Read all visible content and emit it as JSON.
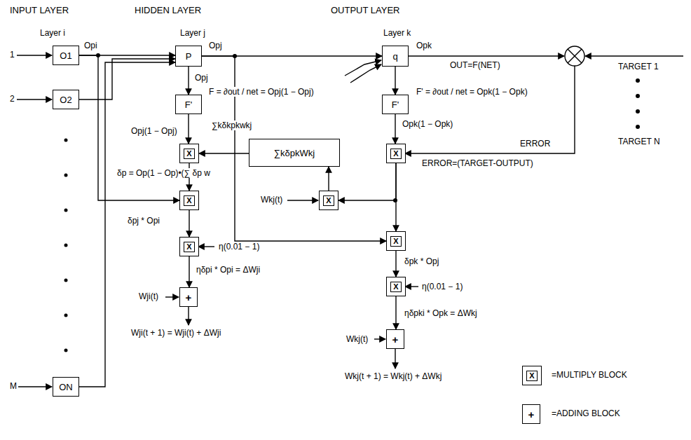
{
  "diagram": {
    "nodes": [
      {
        "text": [
          "O1"
        ]
      },
      {
        "text": [
          "O2"
        ]
      },
      {
        "text": [
          "ON"
        ]
      },
      {
        "text": [
          "P"
        ]
      },
      {
        "text": [
          "F'"
        ]
      },
      {
        "text": [
          "X"
        ]
      },
      {
        "text": [
          "∑kδpkWkj"
        ]
      },
      {
        "text": [
          "X"
        ]
      },
      {
        "text": [
          "X"
        ]
      },
      {
        "text": [
          "+"
        ]
      },
      {
        "text": [
          "q"
        ]
      },
      {
        "text": [
          "F'"
        ]
      },
      {
        "text": [
          "X"
        ]
      },
      {
        "text": [
          "X"
        ]
      },
      {
        "text": [
          "X"
        ]
      },
      {
        "text": [
          "X"
        ]
      },
      {
        "text": [
          "+"
        ]
      },
      {
        "text": [
          "X"
        ]
      },
      {
        "text": [
          "+"
        ]
      }
    ],
    "edges": [
      {
        "from": 0,
        "to": 3,
        "arrow": "to"
      },
      {
        "from": 1,
        "to": 3,
        "arrow": "to"
      },
      {
        "from": 2,
        "to": 3,
        "arrow": "to"
      },
      {
        "from": 3,
        "to": 10,
        "arrow": "to"
      },
      {
        "from": 3,
        "to": 4,
        "arrow": "to"
      },
      {
        "from": 4,
        "to": 5,
        "arrow": "to"
      },
      {
        "from": 6,
        "to": 5,
        "arrow": "to"
      },
      {
        "from": 5,
        "to": 7,
        "arrow": "to"
      },
      {
        "from": 0,
        "to": 7,
        "arrow": "to"
      },
      {
        "from": 7,
        "to": 8,
        "arrow": "to"
      },
      {
        "from": 8,
        "to": 9,
        "arrow": "to"
      },
      {
        "from": 10,
        "to": 11,
        "arrow": "to"
      },
      {
        "from": 11,
        "to": 12,
        "arrow": "to"
      },
      {
        "from": 12,
        "to": 13,
        "arrow": "to"
      },
      {
        "from": 12,
        "to": 14,
        "arrow": "to"
      },
      {
        "from": 13,
        "to": 6,
        "arrow": "to"
      },
      {
        "from": 3,
        "to": 14,
        "arrow": "to"
      },
      {
        "from": 14,
        "to": 15,
        "arrow": "to"
      },
      {
        "from": 15,
        "to": 16,
        "arrow": "to"
      }
    ],
    "labels": [
      "INPUT LAYER",
      "HIDDEN LAYER",
      "OUTPUT LAYER",
      "Layer i",
      "Layer j",
      "Layer k",
      "1",
      "2",
      "M",
      "Opi",
      "Opj",
      "Opj",
      "F = ∂out / net = Opj(1 − Opj)",
      "Opj(1 − Opj)",
      "∑kδkpkwkj",
      "δp = Op(1 − Op)•(∑ δp w",
      "δpj * Opi",
      "η(0.01 − 1)",
      "ηδpi * Opi = ΔWji",
      "Wji(t)",
      "Wji(t + 1) = Wji(t) + ΔWji",
      "Opk",
      "OUT=F(NET)",
      "TARGET 1",
      "TARGET N",
      "F' = ∂out / net = Opk(1 − Opk)",
      "Opk(1 − Opk)",
      "ERROR",
      "ERROR=(TARGET-OUTPUT)",
      "Wkj(t)",
      "δpk * Opj",
      "η(0.01 − 1)",
      "ηδpki * Opk = ΔWkj",
      "Wkj(t)",
      "Wkj(t + 1) = Wkj(t) + ΔWkj"
    ],
    "legend": [
      {
        "text": "=MULTIPLY BLOCK"
      },
      {
        "text": "=ADDING BLOCK"
      }
    ]
  }
}
